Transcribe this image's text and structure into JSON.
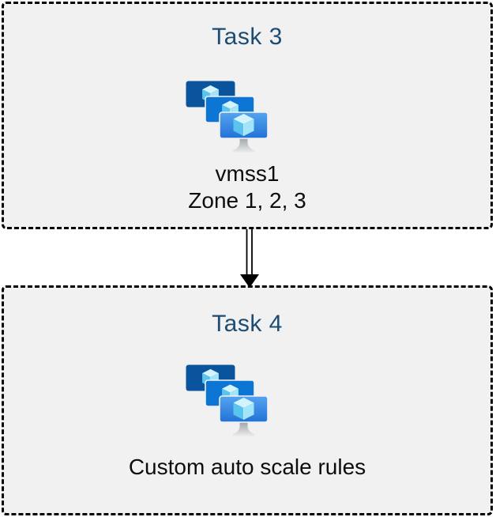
{
  "diagram": {
    "tasks": [
      {
        "title": "Task 3",
        "icon": "vm-scale-sets-icon",
        "caption_lines": [
          "vmss1",
          "Zone 1, 2, 3"
        ]
      },
      {
        "title": "Task 4",
        "icon": "vm-scale-sets-icon",
        "caption_lines": [
          "Custom auto scale rules"
        ]
      }
    ],
    "connector": {
      "type": "double-line-arrow",
      "direction": "down"
    },
    "colors": {
      "title": "#1C4C74",
      "caption": "#0D0D0D",
      "box_fill": "#F1F1F1",
      "box_border": "#000000",
      "arrow": "#000000",
      "vm_back": "#0A549E",
      "vm_middle": "#0D76D4",
      "vm_front_top": "#55A4EF",
      "vm_front_bottom": "#2272D8",
      "cube_top": "#D3F3FD",
      "cube_left": "#5AC4EE",
      "cube_right": "#A2E5FA",
      "stand_top": "#9FA5A8",
      "stand_bottom": "#EDEDEE"
    }
  }
}
